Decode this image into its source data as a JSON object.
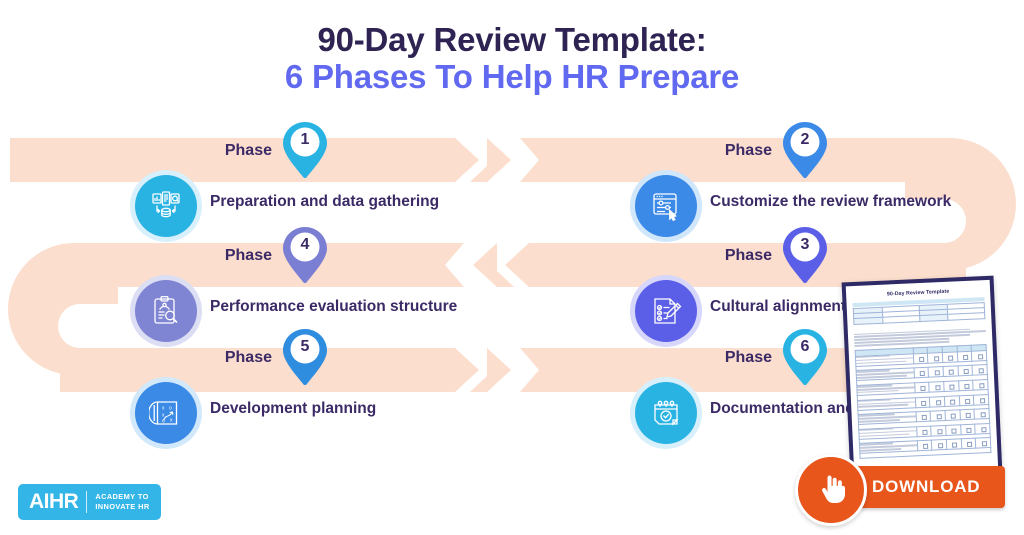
{
  "title": {
    "line1": "90-Day Review Template:",
    "line2": "6 Phases To Help HR Prepare",
    "line1_color": "#2e2352",
    "line2_color": "#6169f0"
  },
  "flow": {
    "ribbon_color": "#fbdecd",
    "phase_word": "Phase",
    "rows": [
      {
        "direction": "right",
        "connector": "right-down"
      },
      {
        "direction": "left",
        "connector": "left-down"
      },
      {
        "direction": "right",
        "connector": "none"
      }
    ]
  },
  "phases": [
    {
      "number": "1",
      "phase_word": "Phase",
      "label": "Preparation and data gathering",
      "pin_color": "#29b3e3",
      "icon_color": "#29b3e3",
      "icon_halo": "#d8f0fb",
      "icon_name": "data-gathering-icon",
      "row": 1,
      "column": "left"
    },
    {
      "number": "2",
      "phase_word": "Phase",
      "label": "Customize the review framework",
      "pin_color": "#3b8ae8",
      "icon_color": "#3b8ae8",
      "icon_halo": "#cfe6fb",
      "icon_name": "customize-settings-icon",
      "row": 1,
      "column": "right"
    },
    {
      "number": "3",
      "phase_word": "Phase",
      "label": "Cultural alignment assessment",
      "pin_color": "#5b5fe8",
      "icon_color": "#5b5fe8",
      "icon_halo": "#d6d7fb",
      "icon_name": "checklist-pen-icon",
      "row": 2,
      "column": "right"
    },
    {
      "number": "4",
      "phase_word": "Phase",
      "label": "Performance evaluation structure",
      "pin_color": "#7a7fd4",
      "icon_color": "#7f84d3",
      "icon_halo": "#dcdef4",
      "icon_name": "clipboard-search-icon",
      "row": 2,
      "column": "left"
    },
    {
      "number": "5",
      "phase_word": "Phase",
      "label": "Development planning",
      "pin_color": "#2f8de0",
      "icon_color": "#3a8ae6",
      "icon_halo": "#d2e8fb",
      "icon_name": "strategy-blueprint-icon",
      "row": 3,
      "column": "left"
    },
    {
      "number": "6",
      "phase_word": "Phase",
      "label": "Documentation and follow-up",
      "pin_color": "#29b3e3",
      "icon_color": "#29b3e3",
      "icon_halo": "#d8f0fb",
      "icon_name": "calendar-check-icon",
      "row": 3,
      "column": "right"
    }
  ],
  "document_preview": {
    "title": "90-Day Review Template",
    "section_info": "Employee information",
    "info_fields": [
      [
        "Employee name",
        "Department"
      ],
      [
        "Job title",
        "Manager name"
      ],
      [
        "Last review date",
        "Review date"
      ]
    ],
    "section_rating": "Performance rating",
    "rating_scale_note": "1 = Unsatisfactory  2 = Partially meets expectations  3 = Meets expectations  4 = Exceeds expectations  5 = Outstanding",
    "factors_header": "Performance factors",
    "scale_headers": [
      "1",
      "2",
      "3",
      "4",
      "5"
    ],
    "factors": [
      "Job knowledge",
      "Quality of work",
      "Quantity of work",
      "Initiative/Creativity",
      "Attendance/Reliability",
      "Interpersonal relations",
      "Utilization of resources"
    ],
    "comment_label": "Comments",
    "cover_color": "#2e2a66",
    "accent_color": "#cfe6f5"
  },
  "download": {
    "label": "DOWNLOAD",
    "button_color": "#e8561c",
    "icon_name": "hand-click-icon"
  },
  "logo": {
    "mark": "AIHR",
    "tagline_line1": "ACADEMY TO",
    "tagline_line2": "INNOVATE HR",
    "background": "#33b5e8"
  }
}
